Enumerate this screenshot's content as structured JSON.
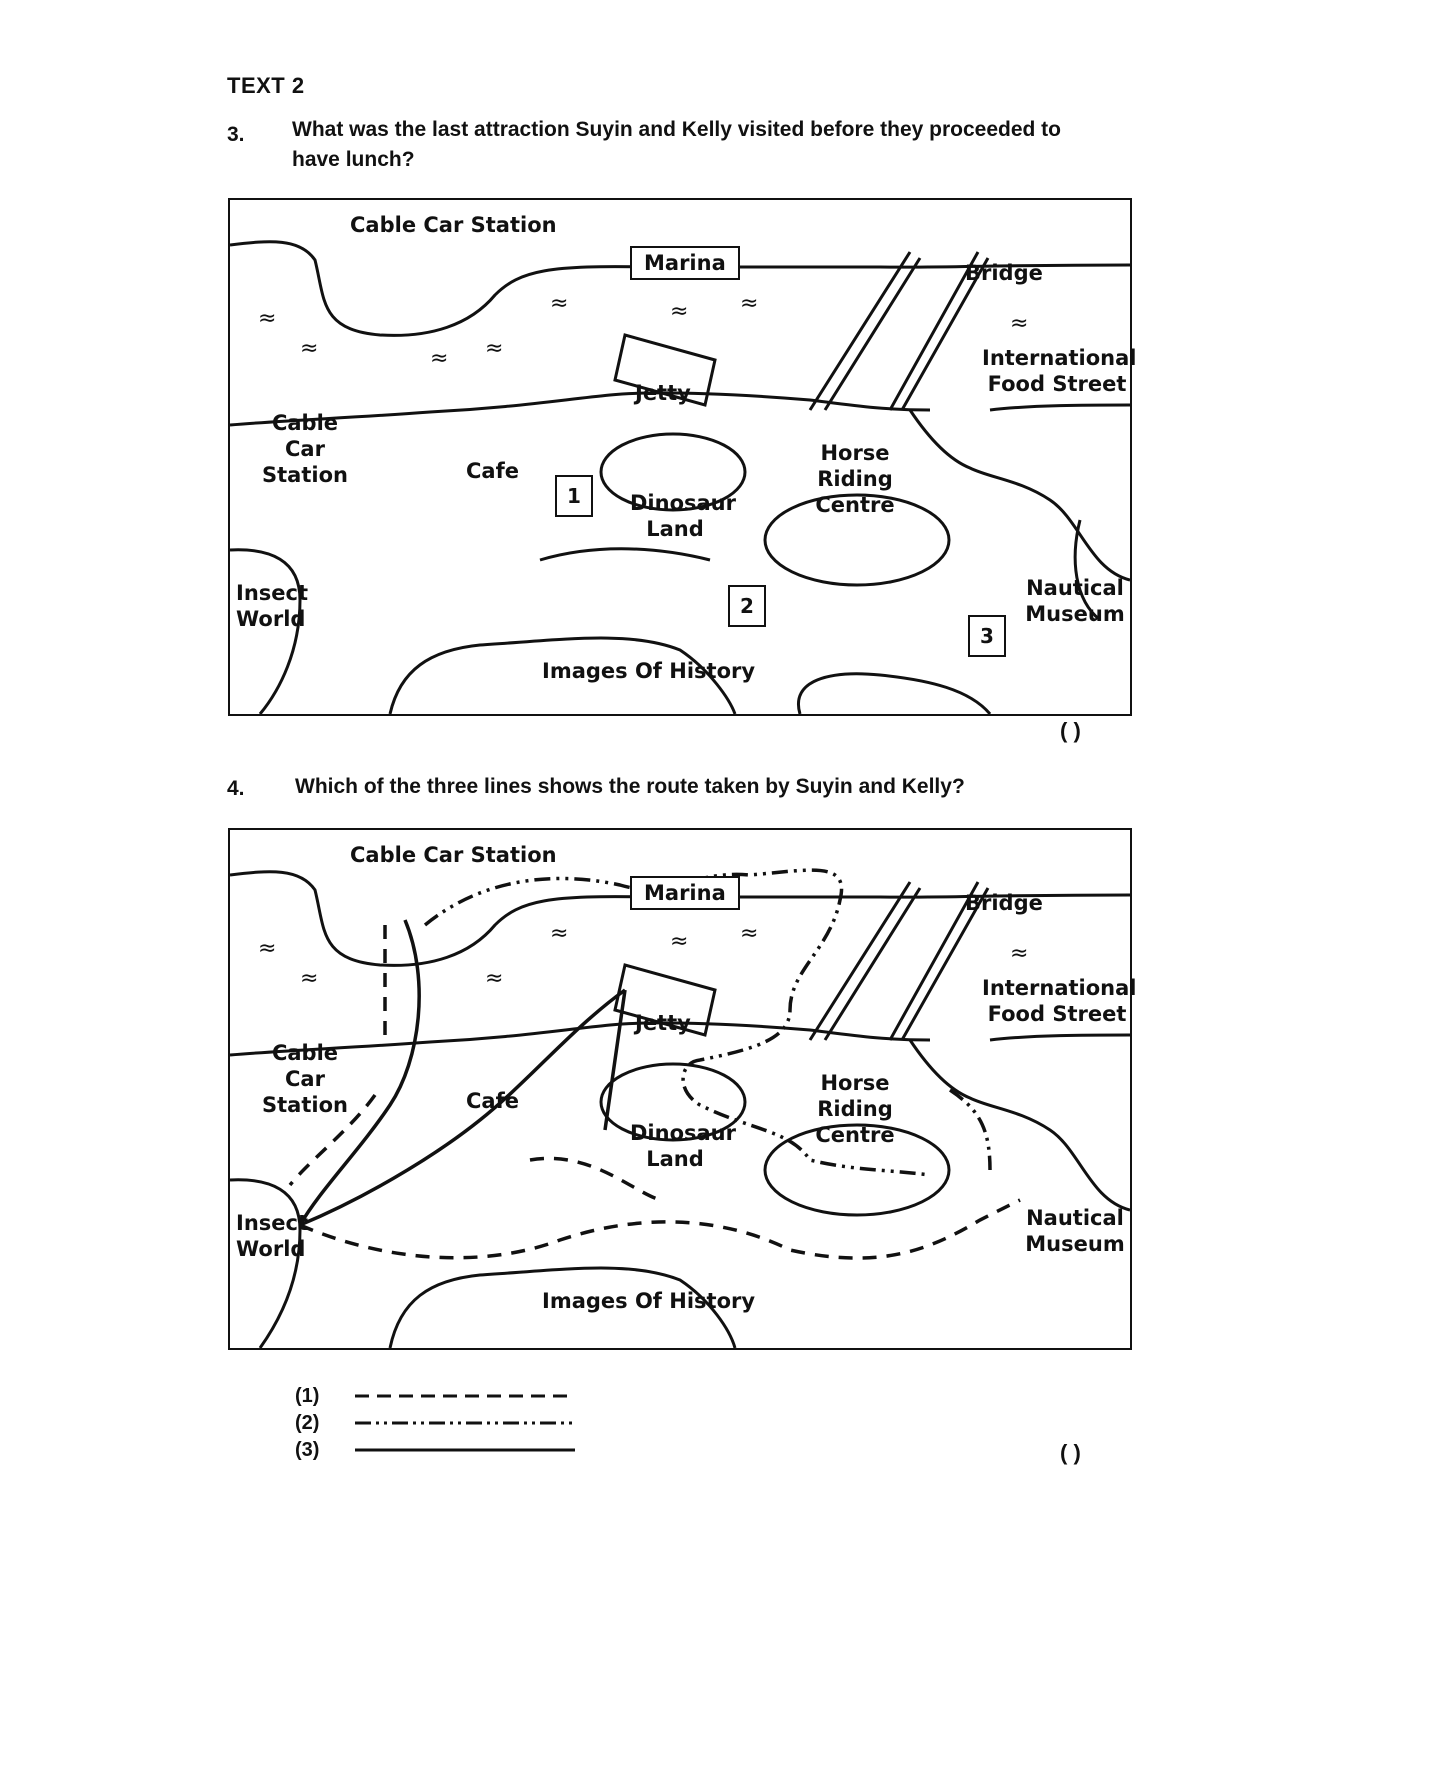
{
  "heading": "TEXT 2",
  "questions": [
    {
      "number": "3.",
      "text": "What was the last attraction Suyin and Kelly visited before they proceeded to have lunch?",
      "answer_bracket": "(        )"
    },
    {
      "number": "4.",
      "text": "Which of the three lines shows the route taken by Suyin and Kelly?",
      "answer_bracket": "(        )"
    }
  ],
  "map": {
    "cable_car_station": "Cable Car Station",
    "marina": "Marina",
    "bridge": "Bridge",
    "international_food_street": "International Food Street",
    "jetty": "Jetty",
    "cafe": "Cafe",
    "dinosaur_land": "Dinosaur Land",
    "horse_riding_centre": "Horse Riding Centre",
    "insect_world": "Insect World",
    "nautical_museum": "Nautical Museum",
    "images_of_history": "Images Of History",
    "markers": [
      "1",
      "2",
      "3"
    ]
  },
  "options": [
    {
      "label": "(1)",
      "style": "dashed"
    },
    {
      "label": "(2)",
      "style": "dash-dot"
    },
    {
      "label": "(3)",
      "style": "solid"
    }
  ]
}
